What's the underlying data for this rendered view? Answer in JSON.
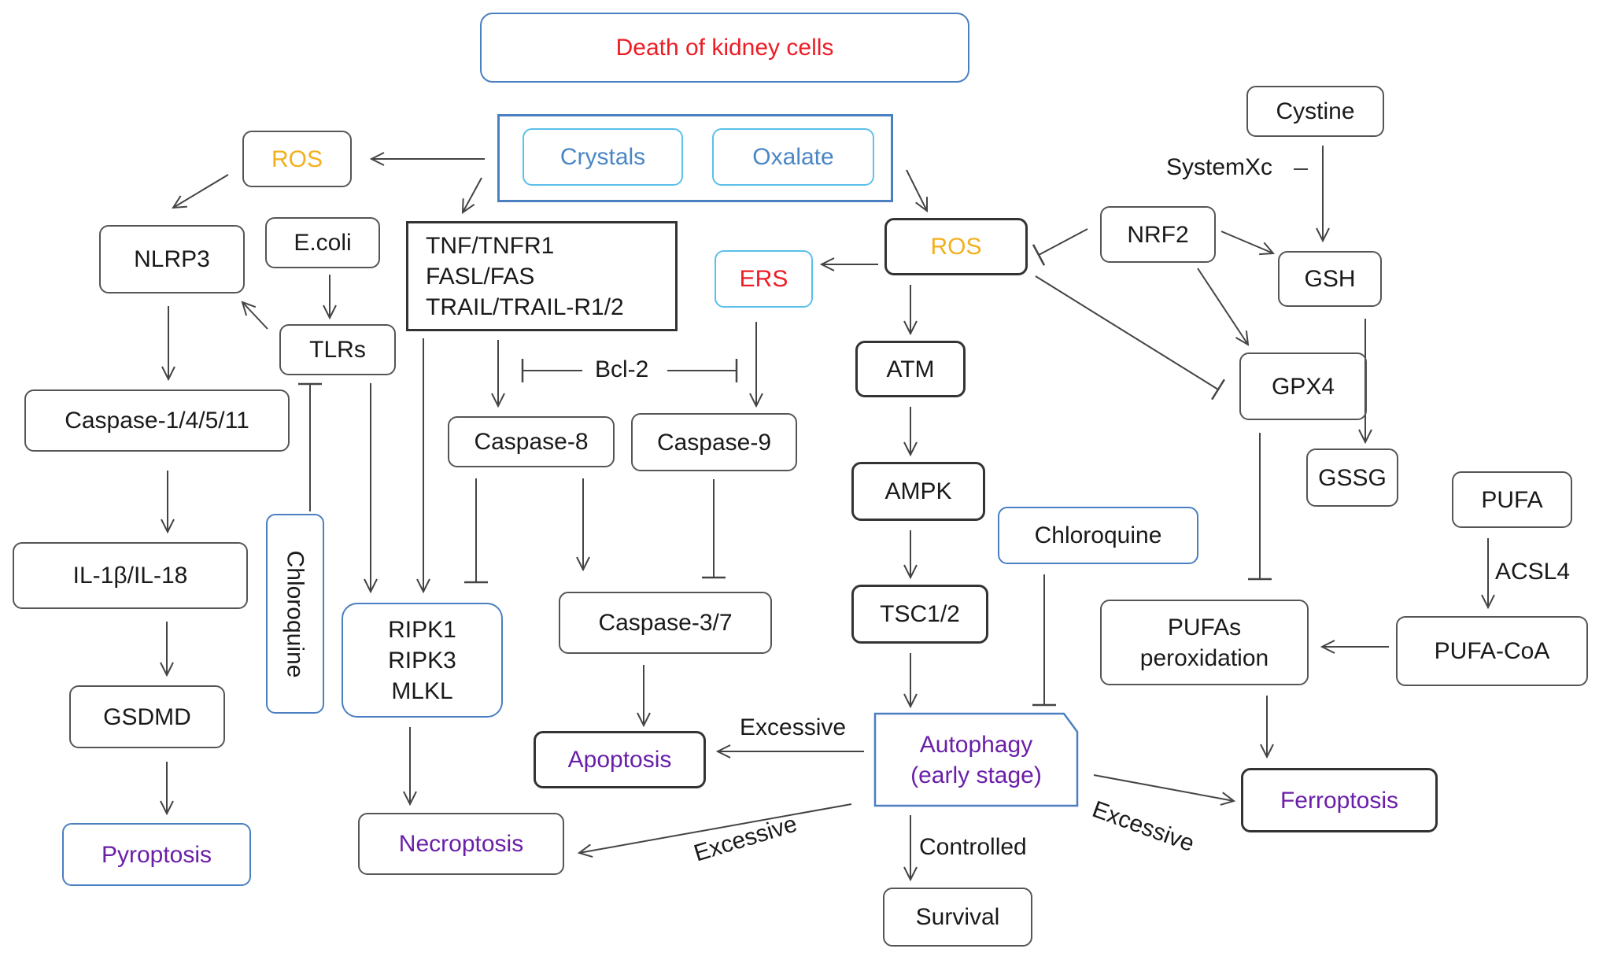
{
  "title": "Death of kidney cells",
  "colors": {
    "title": "#ee1c25",
    "ros": "#f2b01e",
    "inducer": "#4a86c5",
    "death_mode": "#6a1fa8",
    "ers": "#ee1c25",
    "blue_border": "#4a7fc1",
    "cyan_border": "#5bc0ea"
  },
  "inducers": {
    "crystals": "Crystals",
    "oxalate": "Oxalate"
  },
  "nodes": {
    "ros_left": "ROS",
    "nlrp3": "NLRP3",
    "ecoli": "E.coli",
    "tlrs": "TLRs",
    "death_receptors": [
      "TNF/TNFR1",
      "FASL/FAS",
      "TRAIL/TRAIL-R1/2"
    ],
    "ers": "ERS",
    "ros_mid": "ROS",
    "nrf2": "NRF2",
    "cystine": "Cystine",
    "gsh": "GSH",
    "gpx4": "GPX4",
    "gssg": "GSSG",
    "caspase_1": "Caspase-1/4/5/11",
    "caspase_8": "Caspase-8",
    "caspase_9": "Caspase-9",
    "caspase_37": "Caspase-3/7",
    "atm": "ATM",
    "ampk": "AMPK",
    "tsc": "TSC1/2",
    "chloroquine_right": "Chloroquine",
    "chloroquine_vertical": "Chloroquine",
    "il1b": "IL-1β/IL-18",
    "gsdmd": "GSDMD",
    "ripk": [
      "RIPK1",
      "RIPK3",
      "MLKL"
    ],
    "pufa": "PUFA",
    "pufa_coa": "PUFA-CoA",
    "pufas_perox": [
      "PUFAs",
      "peroxidation"
    ],
    "autophagy": [
      "Autophagy",
      "(early stage)"
    ],
    "pyroptosis": "Pyroptosis",
    "necroptosis": "Necroptosis",
    "apoptosis": "Apoptosis",
    "ferroptosis": "Ferroptosis",
    "survival": "Survival"
  },
  "edge_labels": {
    "bcl2": "Bcl-2",
    "systemxc": "SystemXc",
    "acsl4": "ACSL4",
    "excessive_apoptosis": "Excessive",
    "excessive_necroptosis": "Excessive",
    "excessive_ferroptosis": "Excessive",
    "controlled": "Controlled"
  }
}
